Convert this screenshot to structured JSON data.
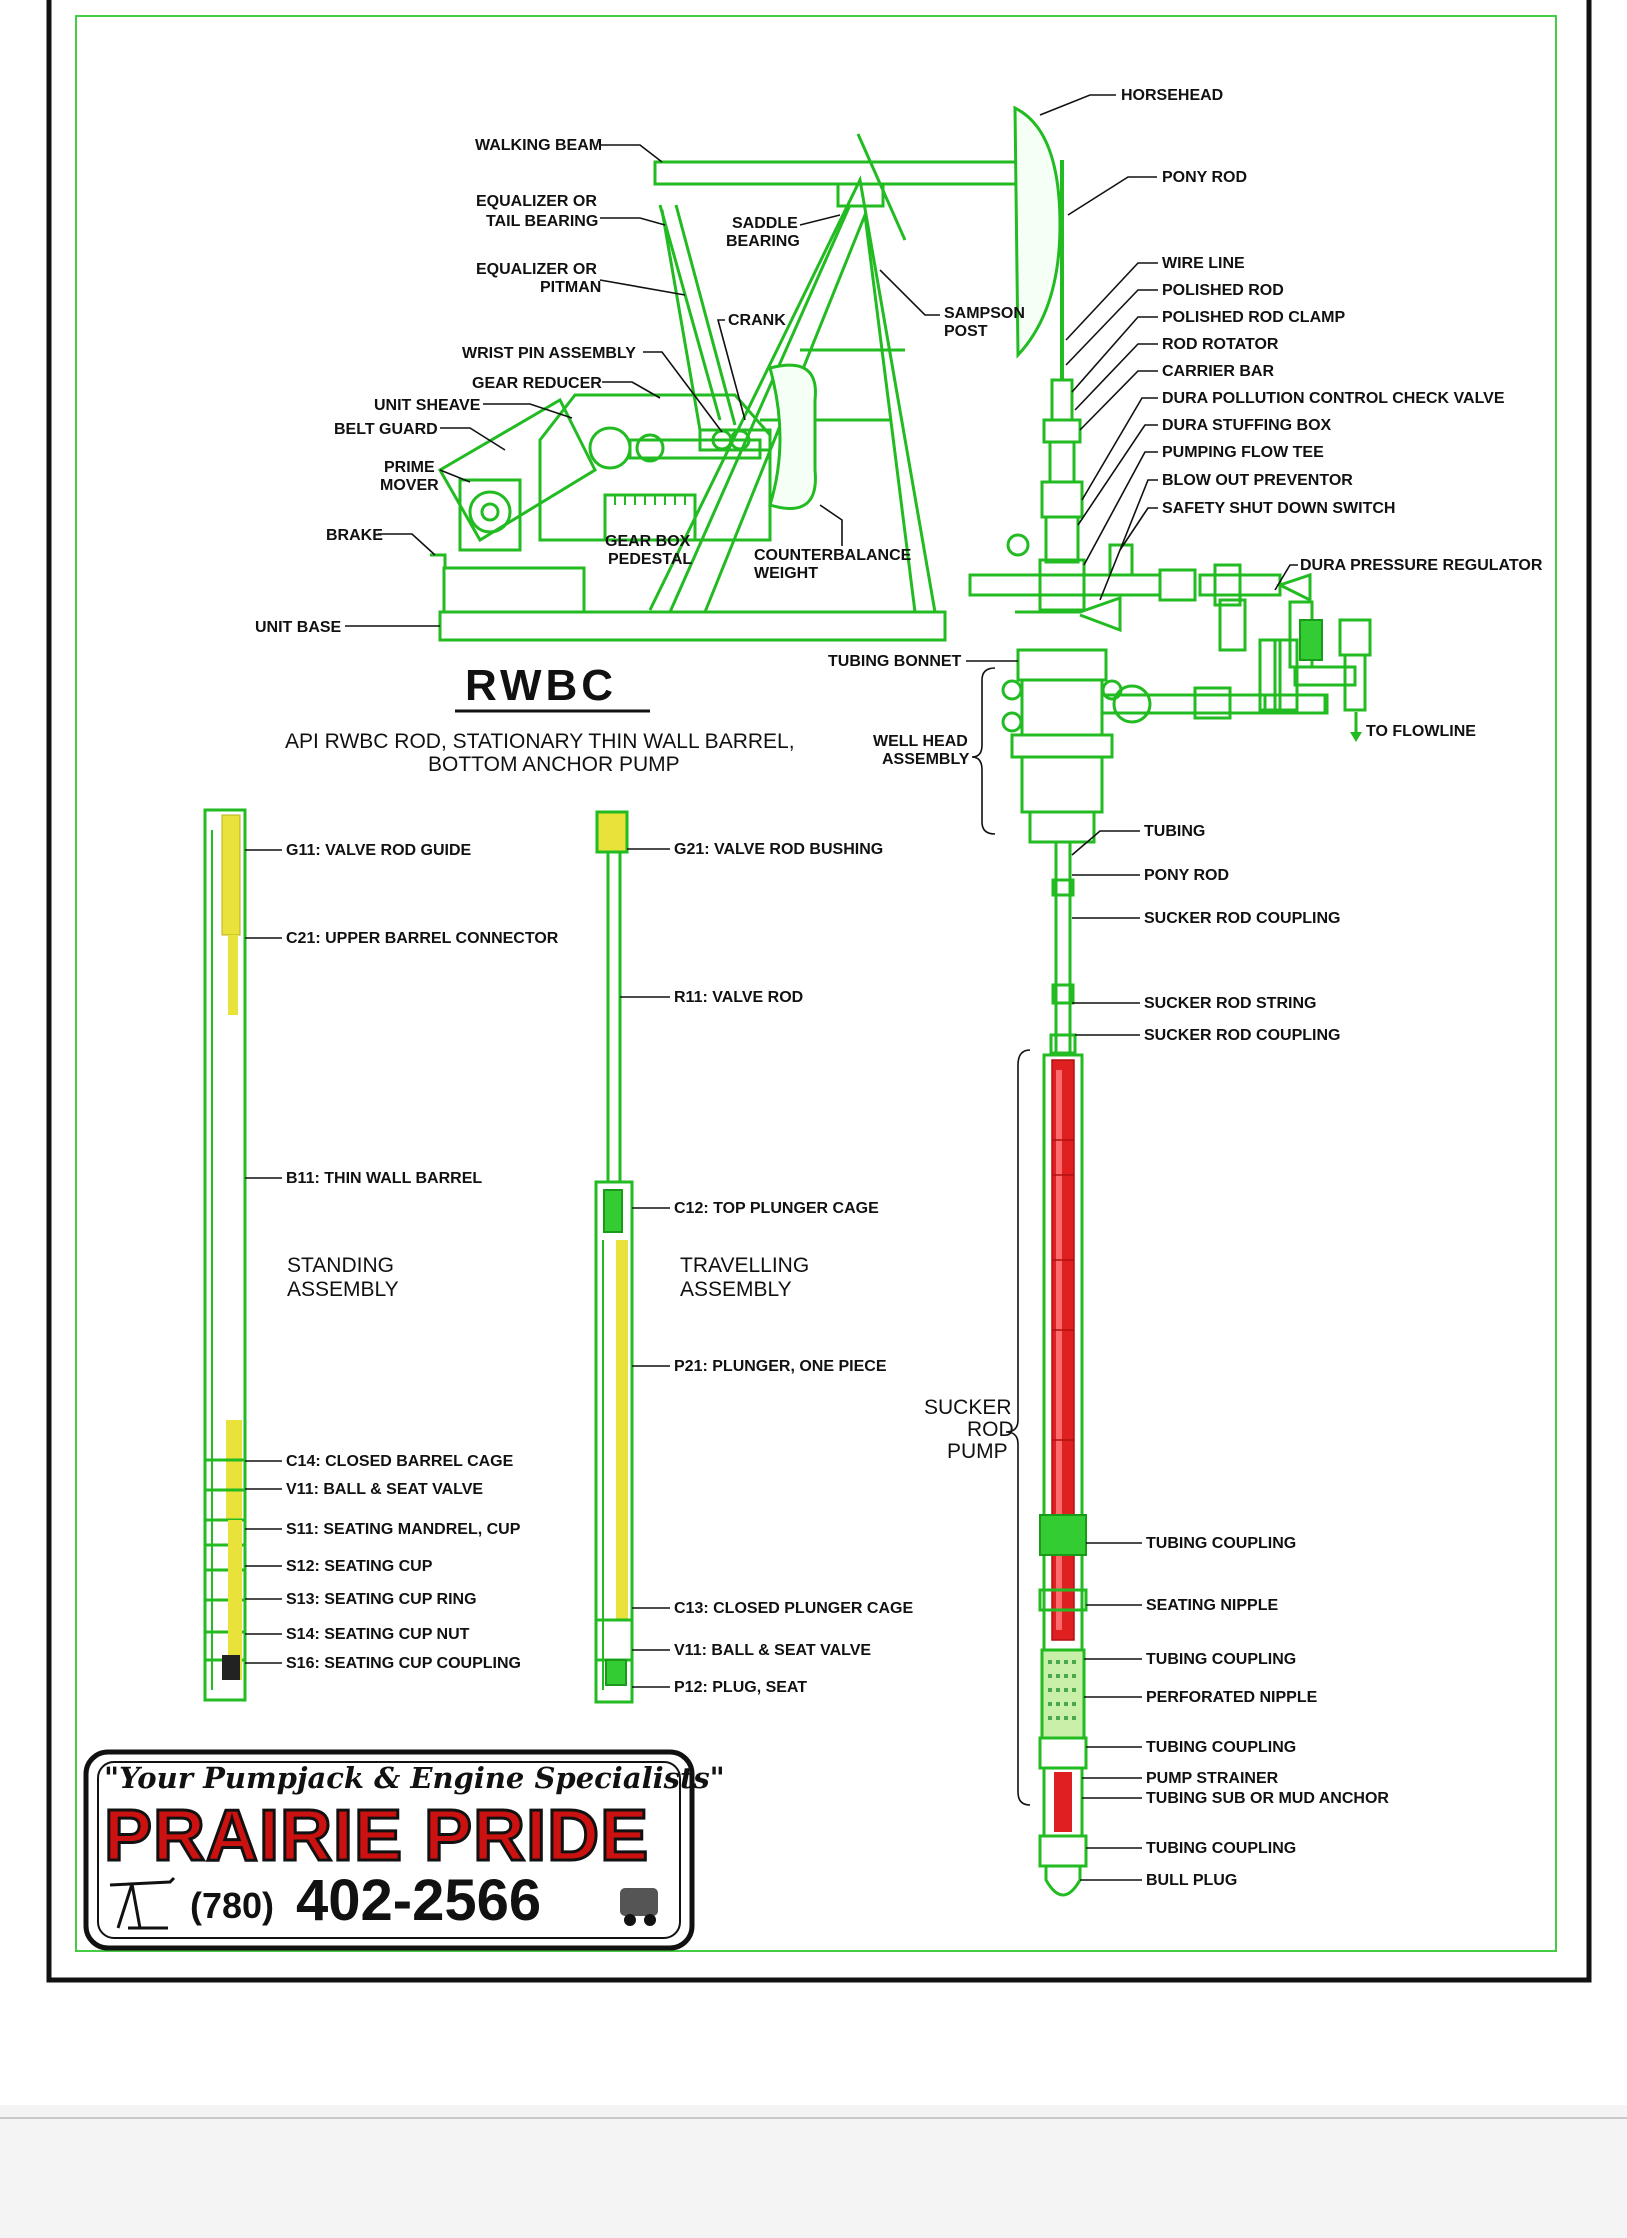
{
  "title": "RWBC",
  "subtitle": [
    "API RWBC ROD, STATIONARY THIN WALL BARREL,",
    "BOTTOM ANCHOR PUMP"
  ],
  "pumpjack_labels": {
    "walking_beam": "WALKING BEAM",
    "equalizer_tail_1": "EQUALIZER OR",
    "equalizer_tail_2": "TAIL BEARING",
    "equalizer_pitman_1": "EQUALIZER OR",
    "equalizer_pitman_2": "PITMAN",
    "saddle_1": "SADDLE",
    "saddle_2": "BEARING",
    "crank": "CRANK",
    "sampson_1": "SAMPSON",
    "sampson_2": "POST",
    "wrist_pin": "WRIST PIN ASSEMBLY",
    "gear_reducer": "GEAR REDUCER",
    "unit_sheave": "UNIT SHEAVE",
    "belt_guard": "BELT GUARD",
    "prime_1": "PRIME",
    "prime_2": "MOVER",
    "brake": "BRAKE",
    "gear_box_1": "GEAR BOX",
    "gear_box_2": "PEDESTAL",
    "counter_1": "COUNTERBALANCE",
    "counter_2": "WEIGHT",
    "unit_base": "UNIT BASE",
    "horsehead": "HORSEHEAD",
    "pony_rod_top": "PONY ROD"
  },
  "wellhead_labels": [
    "WIRE LINE",
    "POLISHED ROD",
    "POLISHED ROD CLAMP",
    "ROD ROTATOR",
    "CARRIER BAR",
    "DURA POLLUTION CONTROL CHECK VALVE",
    "DURA STUFFING BOX",
    "PUMPING FLOW TEE",
    "BLOW OUT PREVENTOR",
    "SAFETY SHUT DOWN SWITCH"
  ],
  "pressure_regulator": "DURA PRESSURE REGULATOR",
  "tubing_bonnet": "TUBING BONNET",
  "well_head_1": "WELL HEAD",
  "well_head_2": "ASSEMBLY",
  "to_flowline": "TO FLOWLINE",
  "string_labels": [
    "TUBING",
    "PONY ROD",
    "SUCKER ROD COUPLING",
    "SUCKER ROD STRING",
    "SUCKER ROD COUPLING"
  ],
  "srp_1": "SUCKER",
  "srp_2": "ROD",
  "srp_3": "PUMP",
  "bottom_labels": [
    "TUBING COUPLING",
    "SEATING NIPPLE",
    "TUBING COUPLING",
    "PERFORATED NIPPLE",
    "TUBING COUPLING",
    "PUMP STRAINER",
    "TUBING SUB OR MUD ANCHOR",
    "TUBING COUPLING",
    "BULL PLUG"
  ],
  "standing_labels": [
    "G11: VALVE ROD GUIDE",
    "C21: UPPER BARREL CONNECTOR",
    "B11: THIN WALL BARREL",
    "C14: CLOSED BARREL CAGE",
    "V11: BALL & SEAT VALVE",
    "S11: SEATING MANDREL, CUP",
    "S12: SEATING CUP",
    "S13: SEATING CUP RING",
    "S14: SEATING CUP NUT",
    "S16: SEATING CUP COUPLING"
  ],
  "standing_title_1": "STANDING",
  "standing_title_2": "ASSEMBLY",
  "travelling_labels": [
    "G21: VALVE ROD BUSHING",
    "R11: VALVE ROD",
    "C12: TOP PLUNGER CAGE",
    "P21: PLUNGER, ONE PIECE",
    "C13: CLOSED PLUNGER CAGE",
    "V11: BALL & SEAT VALVE",
    "P12: PLUG, SEAT"
  ],
  "travelling_title_1": "TRAVELLING",
  "travelling_title_2": "ASSEMBLY",
  "logo": {
    "tagline": "\"Your Pumpjack & Engine Specialists\"",
    "brand": "PRAIRIE PRIDE",
    "phone_area": "(780)",
    "phone_number": "402-2566"
  },
  "colors": {
    "line": "#22bb22",
    "pump": "#e02020",
    "yellow": "#e8e23a",
    "text": "#111111"
  }
}
